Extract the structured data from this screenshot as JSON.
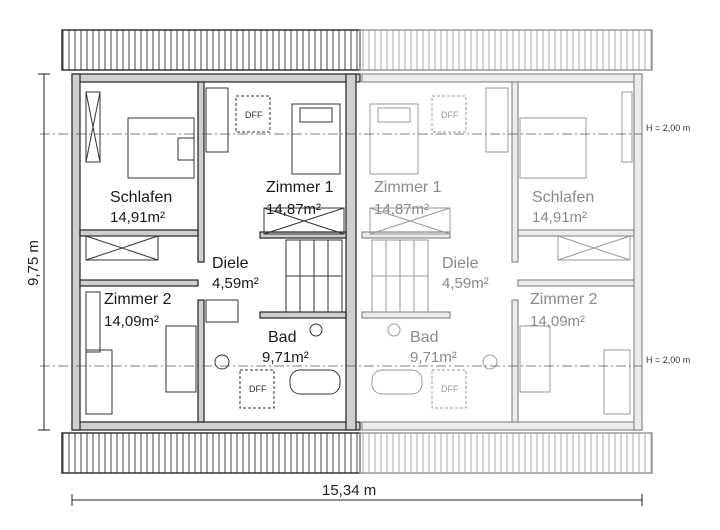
{
  "plan": {
    "rooms": [
      {
        "id": "schlafen-left",
        "name": "Schlafen",
        "area": "14,91m²",
        "tone": "dark"
      },
      {
        "id": "zimmer1-left",
        "name": "Zimmer 1",
        "area": "14,87m²",
        "tone": "dark"
      },
      {
        "id": "diele-left",
        "name": "Diele",
        "area": "4,59m²",
        "tone": "dark"
      },
      {
        "id": "zimmer2-left",
        "name": "Zimmer 2",
        "area": "14,09m²",
        "tone": "dark"
      },
      {
        "id": "bad-left",
        "name": "Bad",
        "area": "9,71m²",
        "tone": "dark"
      },
      {
        "id": "zimmer1-right",
        "name": "Zimmer 1",
        "area": "14,87m²",
        "tone": "gray"
      },
      {
        "id": "schlafen-right",
        "name": "Schlafen",
        "area": "14,91m²",
        "tone": "gray"
      },
      {
        "id": "diele-right",
        "name": "Diele",
        "area": "4,59m²",
        "tone": "gray"
      },
      {
        "id": "zimmer2-right",
        "name": "Zimmer 2",
        "area": "14,09m²",
        "tone": "gray"
      },
      {
        "id": "bad-right",
        "name": "Bad",
        "area": "9,71m²",
        "tone": "gray"
      }
    ],
    "dff_label": "DFF",
    "height_marks": [
      "H = 2,00 m",
      "H = 2,00 m"
    ],
    "dimensions": {
      "width": "15,34 m",
      "depth": "9,75 m"
    },
    "colors": {
      "left_unit": "#1a1a1a",
      "right_unit": "#8a8a8a",
      "wall_fill": "#d6d6d6",
      "roof": "#555555"
    }
  }
}
